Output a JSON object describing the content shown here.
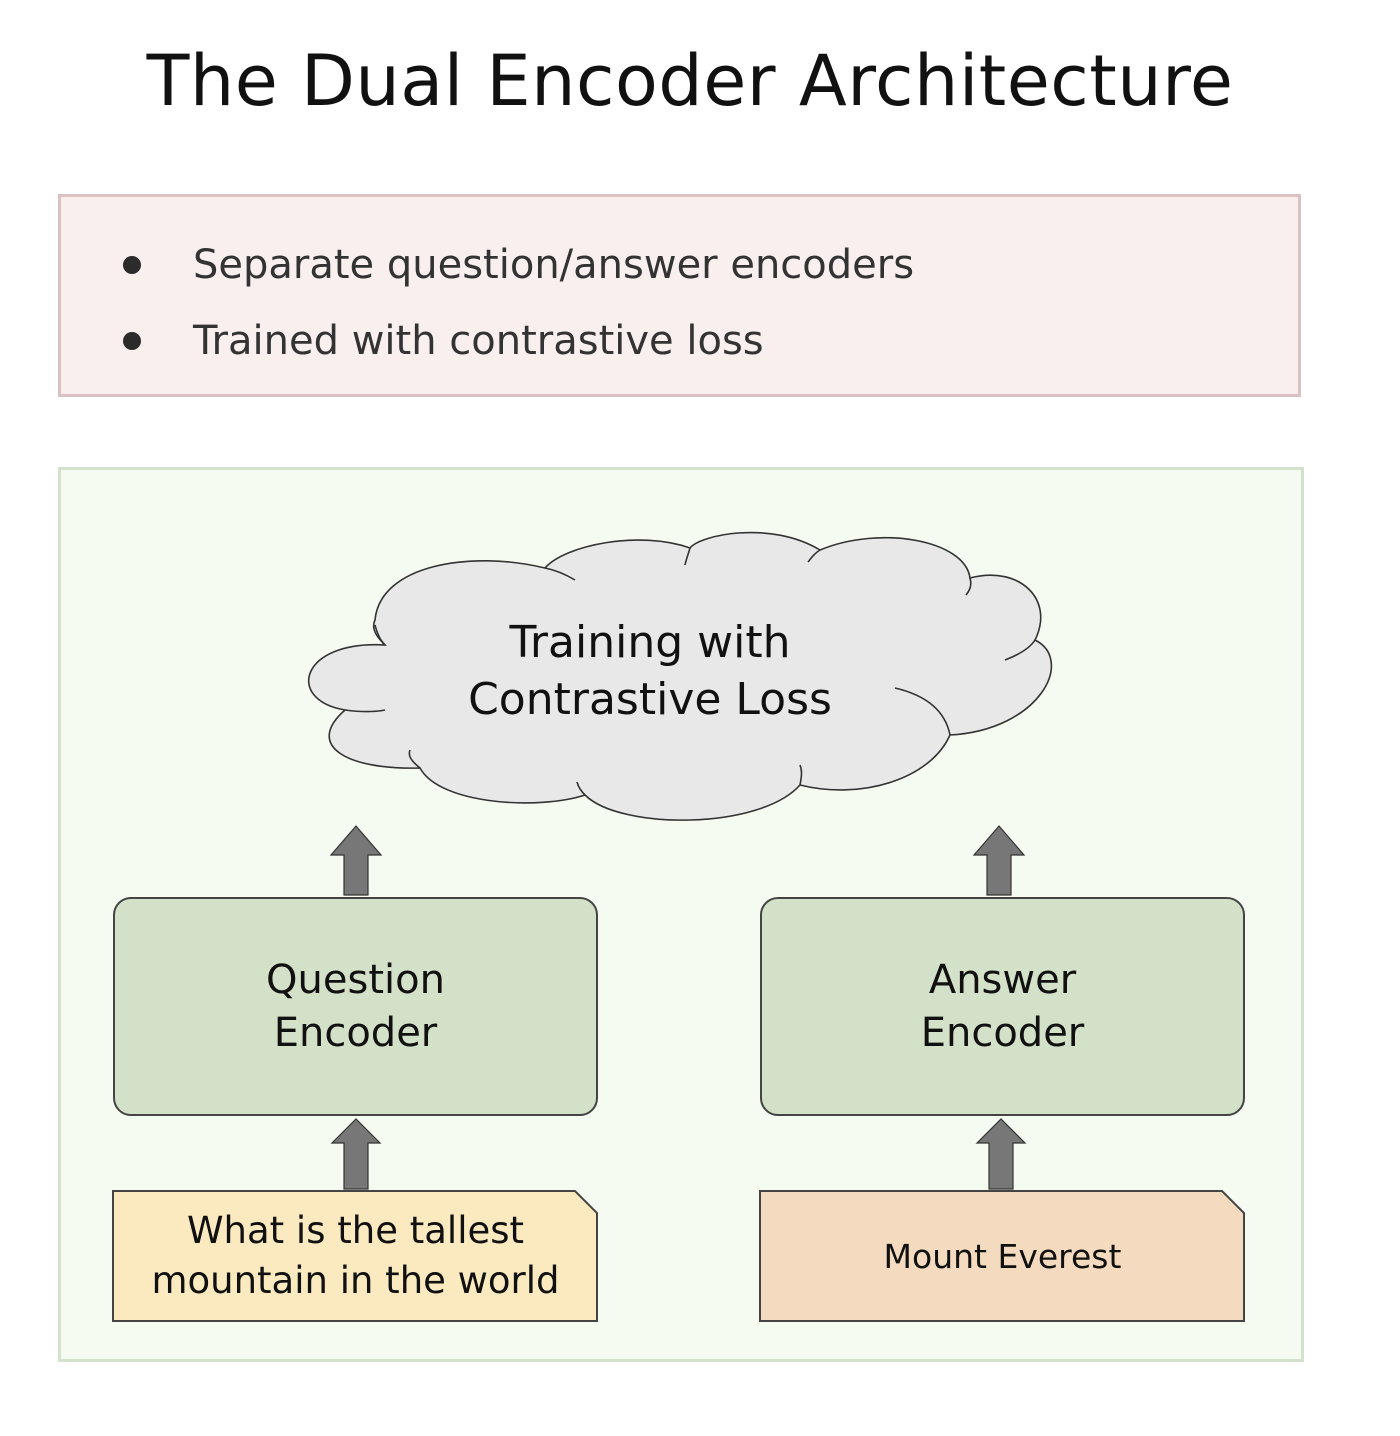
{
  "slide": {
    "title": "The Dual Encoder Architecture"
  },
  "bullets": {
    "items": [
      {
        "text": "Separate question/answer encoders"
      },
      {
        "text": "Trained with contrastive loss"
      }
    ]
  },
  "diagram": {
    "cloud": {
      "label": "Training with\nContrastive Loss",
      "line1": "Training with",
      "line2": "Contrastive Loss"
    },
    "question_encoder": {
      "label": "Question\nEncoder"
    },
    "answer_encoder": {
      "label": "Answer\nEncoder"
    },
    "question_input": {
      "label": "What is the tallest\nmountain in the world"
    },
    "answer_input": {
      "label": "Mount Everest"
    }
  },
  "colors": {
    "bullet_box_bg": "#f9efef",
    "bullet_box_border": "#dcc1c3",
    "diagram_bg": "#f6fbf2",
    "diagram_border": "#d3e2cc",
    "cloud_fill": "#e8e8e8",
    "encoder_fill": "#d3e1c8",
    "question_input_fill": "#fbeac0",
    "answer_input_fill": "#f4dbbf",
    "arrow_fill": "#777777"
  }
}
